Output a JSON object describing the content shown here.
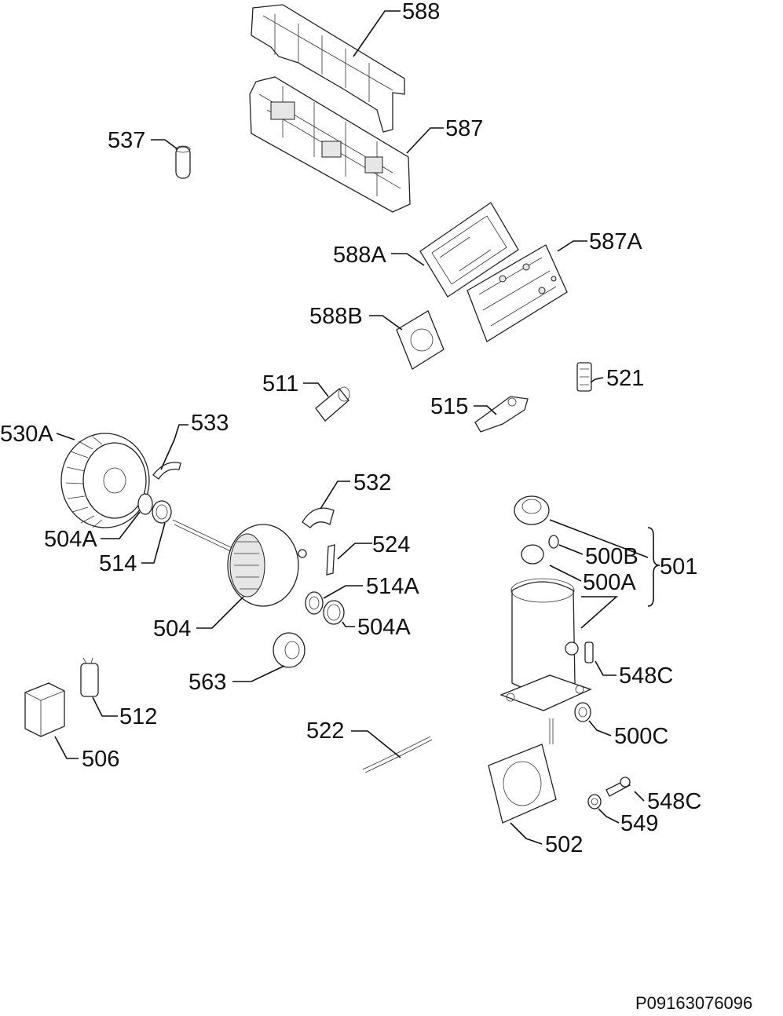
{
  "diagram": {
    "code": "P09163076096",
    "labels": {
      "p588": "588",
      "p587": "587",
      "p537": "537",
      "p588a": "588A",
      "p587a": "587A",
      "p588b": "588B",
      "p511": "511",
      "p521": "521",
      "p515": "515",
      "p530a": "530A",
      "p533": "533",
      "p532": "532",
      "p504a_left": "504A",
      "p514": "514",
      "p524": "524",
      "p514a": "514A",
      "p504": "504",
      "p504a_right": "504A",
      "p500b": "500B",
      "p500a": "500A",
      "p501": "501",
      "p548c_top": "548C",
      "p563": "563",
      "p512": "512",
      "p506": "506",
      "p522": "522",
      "p500c": "500C",
      "p548c_bottom": "548C",
      "p549": "549",
      "p502": "502"
    }
  }
}
